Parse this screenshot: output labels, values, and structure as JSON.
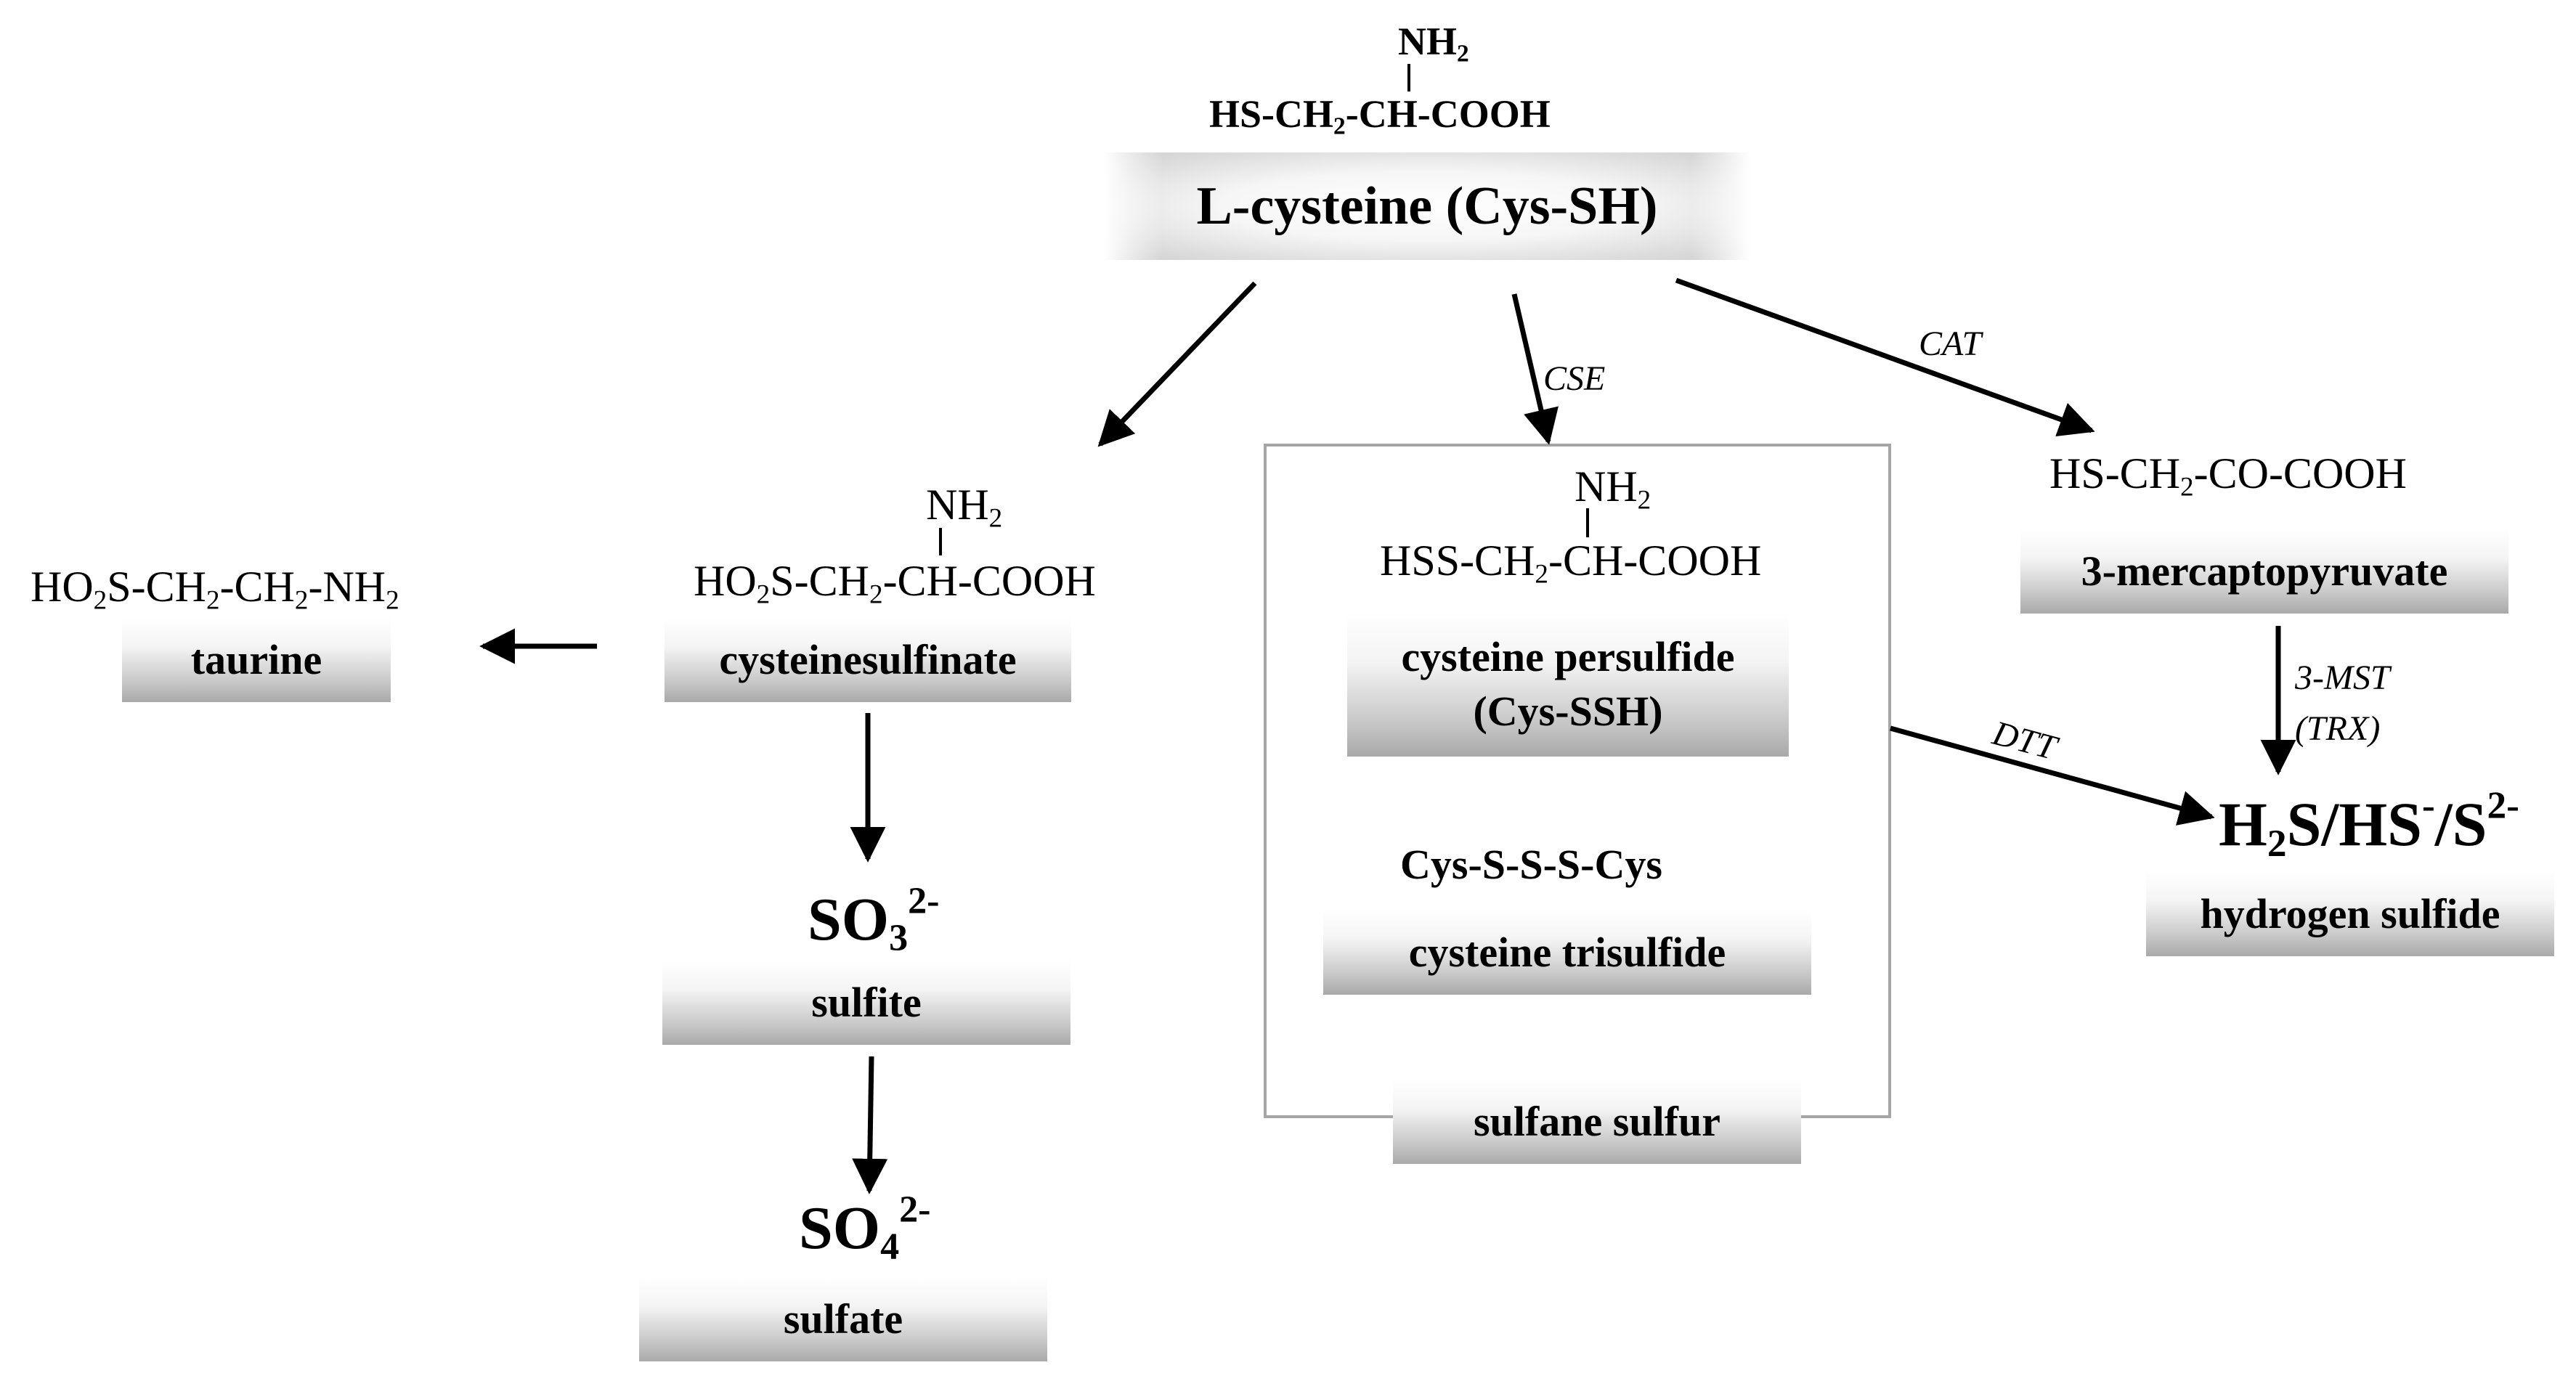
{
  "cysteine": {
    "formula": {
      "amine": "NH",
      "amine_sub": "2",
      "chain_a": "HS-CH",
      "chain_sub": "2",
      "chain_b": "-CH-COOH"
    },
    "label": "L-cysteine (Cys-SH)"
  },
  "taurine": {
    "formula": {
      "p1": "HO",
      "s1": "2",
      "p2": "S-CH",
      "s2": "2",
      "p3": "-CH",
      "s3": "2",
      "p4": "-NH",
      "s4": "2"
    },
    "label": "taurine"
  },
  "cysteinesulfinate": {
    "formula": {
      "amine": "NH",
      "amine_sub": "2",
      "p1": "HO",
      "s1": "2",
      "p2": "S-CH",
      "s2": "2",
      "p3": "-CH-COOH"
    },
    "label": "cysteinesulfinate"
  },
  "sulfite": {
    "formula": {
      "main": "SO",
      "sub": "3",
      "sup": "2-"
    },
    "label": "sulfite"
  },
  "sulfate": {
    "formula": {
      "main": "SO",
      "sub": "4",
      "sup": "2-"
    },
    "label": "sulfate"
  },
  "persulfide": {
    "formula": {
      "amine": "NH",
      "amine_sub": "2",
      "p1": "HSS-CH",
      "s1": "2",
      "p2": "-CH-COOH"
    },
    "label_line1": "cysteine persulfide",
    "label_line2": "(Cys-SSH)"
  },
  "trisulfide": {
    "formula": "Cys-S-S-S-Cys",
    "label": "cysteine trisulfide"
  },
  "sulfane_sulfur": {
    "label": "sulfane sulfur"
  },
  "mercaptopyruvate": {
    "formula": {
      "p1": "HS-CH",
      "s1": "2",
      "p2": "-CO-COOH"
    },
    "label": "3-mercaptopyruvate"
  },
  "hydrogen_sulfide": {
    "formula": {
      "a": "H",
      "a_sub": "2",
      "b": "S/HS",
      "b_sup": "-",
      "c": "/S",
      "c_sup": "2-"
    },
    "label": "hydrogen sulfide"
  },
  "enzymes": {
    "cse": "CSE",
    "cat": "CAT",
    "mst_line1": "3-MST",
    "mst_line2": "(TRX)",
    "dtt": "DTT"
  },
  "colors": {
    "line": "#000000",
    "box_border": "#a6a6a6"
  }
}
